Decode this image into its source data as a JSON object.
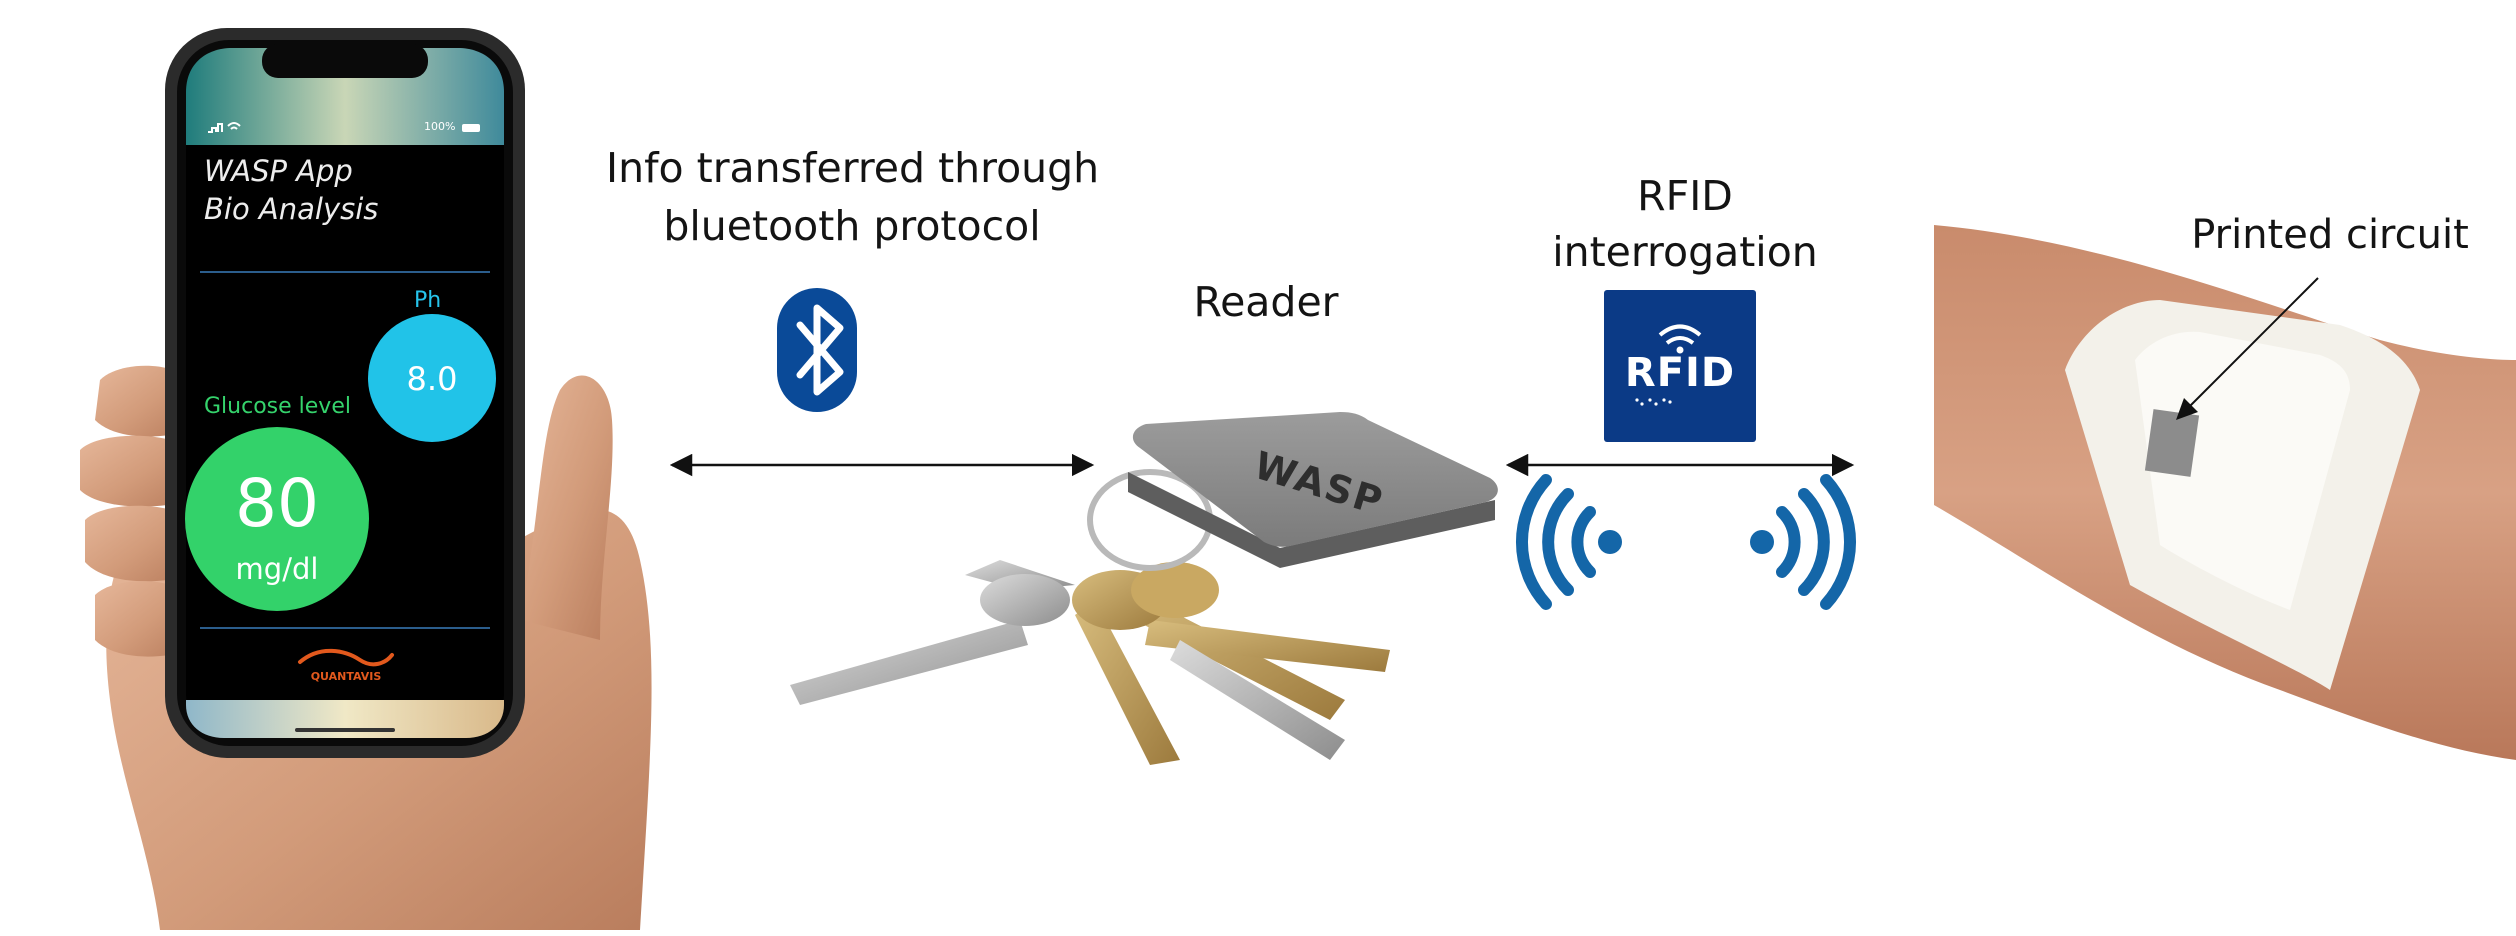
{
  "labels": {
    "bluetooth_line1": "Info transferred through",
    "bluetooth_line2": "bluetooth protocol",
    "reader": "Reader",
    "rfid_line1": "RFID",
    "rfid_line2": "interrogation",
    "printed_circuit": "Printed circuit"
  },
  "phone": {
    "status_time": "",
    "status_battery": "100%",
    "app_title_line1": "WASP App",
    "app_title_line2": "Bio Analysis",
    "ph_label": "Ph",
    "ph_value": "8.0",
    "glucose_label": "Glucose level",
    "glucose_value": "80",
    "glucose_unit": "mg/dl",
    "brand": "QUANTAVIS"
  },
  "reader_device": {
    "brand": "WASP"
  },
  "rfid_badge": {
    "text": "RFID"
  },
  "colors": {
    "bluetooth_blue": "#0a4a98",
    "rfid_blue": "#0b3a86",
    "wave_blue": "#1466a8",
    "ph_circle": "#21c3e8",
    "glucose_circle": "#33d26a",
    "glucose_label": "#35d36c",
    "ph_label": "#26c4ec",
    "divider": "#2b5d8c"
  },
  "icons": [
    "bluetooth-icon",
    "rfid-icon",
    "wireless-waves-left-icon",
    "wireless-waves-right-icon",
    "quantavis-logo-icon"
  ]
}
